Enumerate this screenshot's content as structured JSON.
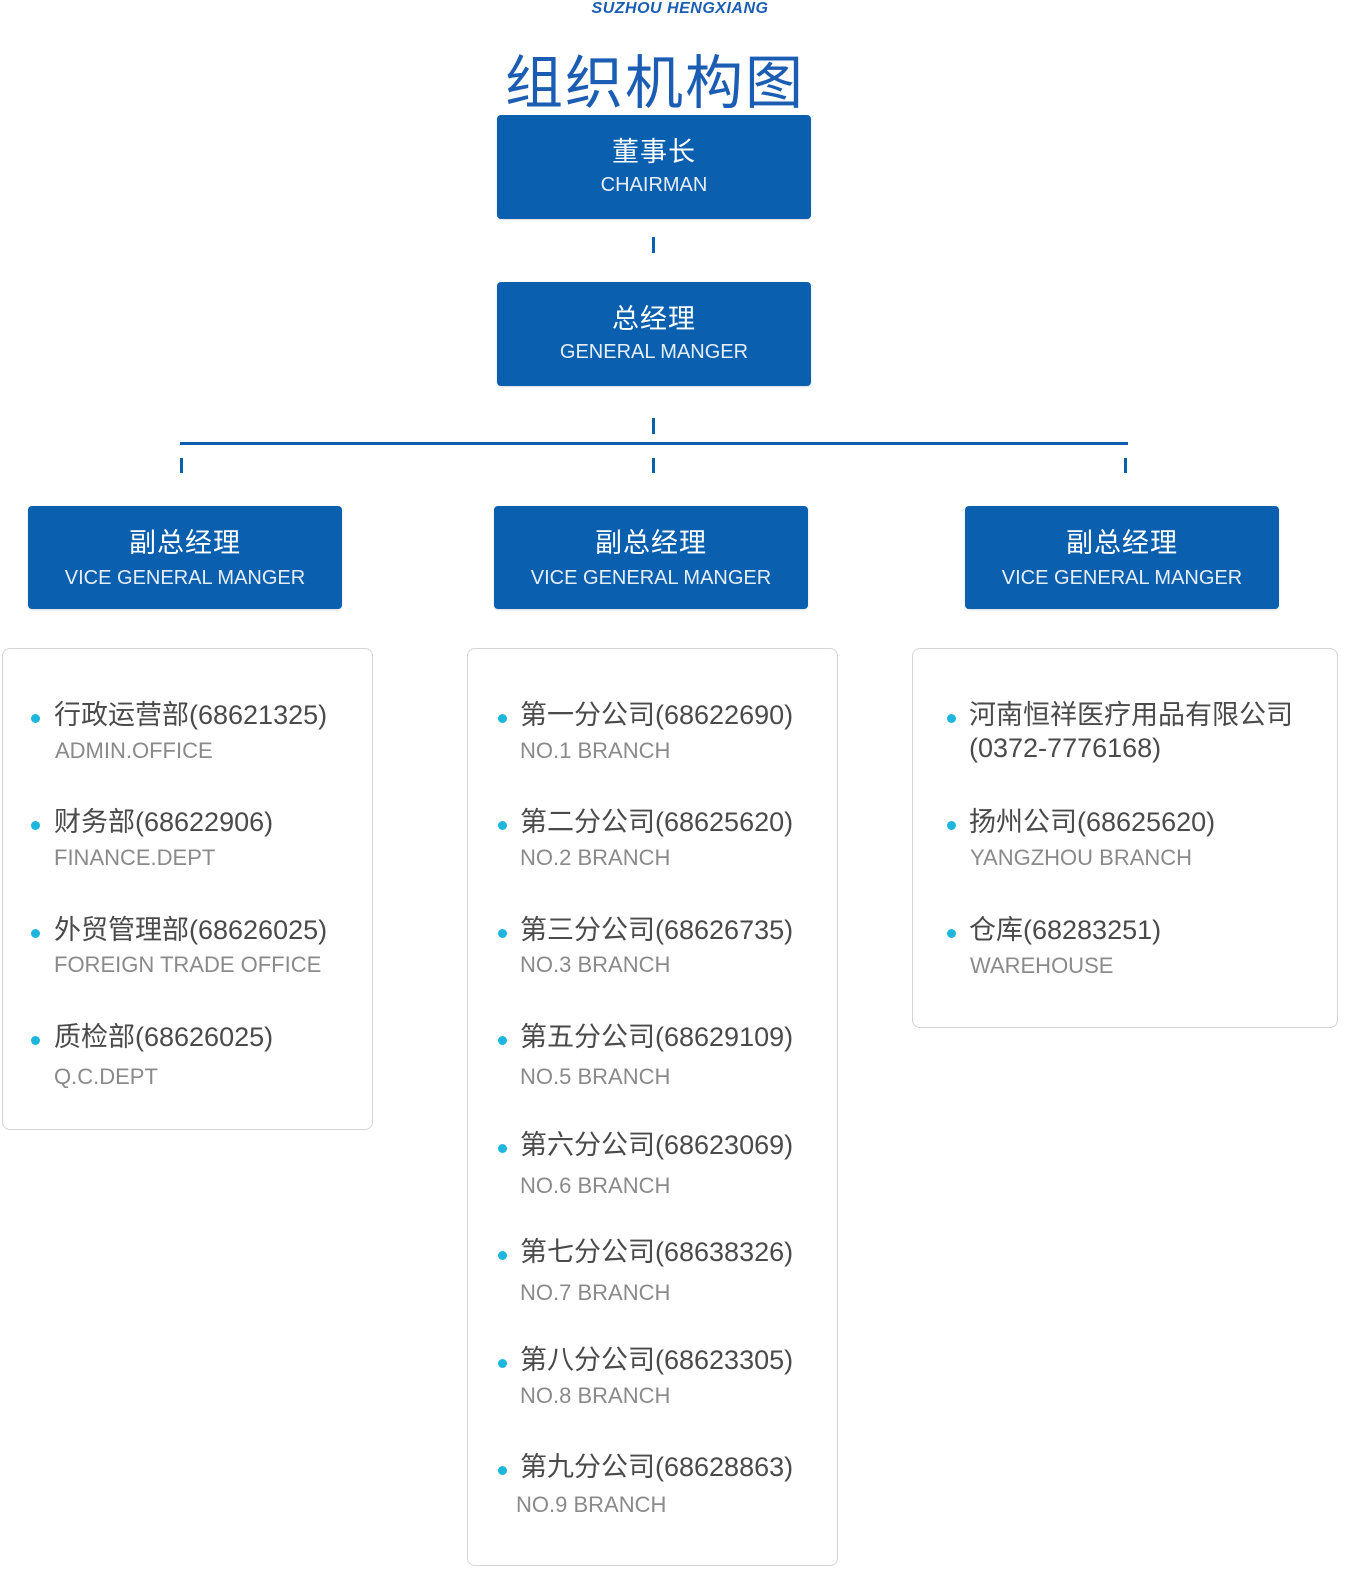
{
  "brand": "SUZHOU HENGXIANG",
  "title": "组织机构图",
  "colors": {
    "box_blue": "#0a5fae",
    "bullet_cyan": "#1fb6dd",
    "title_blue": "#1a5db3"
  },
  "chairman": {
    "cn": "董事长",
    "en": "CHAIRMAN"
  },
  "general_manager": {
    "cn": "总经理",
    "en": "GENERAL MANGER"
  },
  "vice_managers": [
    {
      "cn": "副总经理",
      "en": "VICE GENERAL MANGER"
    },
    {
      "cn": "副总经理",
      "en": "VICE GENERAL MANGER"
    },
    {
      "cn": "副总经理",
      "en": "VICE GENERAL MANGER"
    }
  ],
  "departments": [
    {
      "items": [
        {
          "cn": "行政运营部(68621325)",
          "en": "ADMIN.OFFICE"
        },
        {
          "cn": "财务部(68622906)",
          "en": "FINANCE.DEPT"
        },
        {
          "cn": "外贸管理部(68626025)",
          "en": "FOREIGN TRADE OFFICE"
        },
        {
          "cn": "质检部(68626025)",
          "en": "Q.C.DEPT"
        }
      ]
    },
    {
      "items": [
        {
          "cn": "第一分公司(68622690)",
          "en": "NO.1 BRANCH"
        },
        {
          "cn": "第二分公司(68625620)",
          "en": "NO.2 BRANCH"
        },
        {
          "cn": "第三分公司(68626735)",
          "en": "NO.3 BRANCH"
        },
        {
          "cn": "第五分公司(68629109)",
          "en": "NO.5 BRANCH"
        },
        {
          "cn": "第六分公司(68623069)",
          "en": "NO.6 BRANCH"
        },
        {
          "cn": "第七分公司(68638326)",
          "en": "NO.7 BRANCH"
        },
        {
          "cn": "第八分公司(68623305)",
          "en": "NO.8 BRANCH"
        },
        {
          "cn": "第九分公司(68628863)",
          "en": "NO.9 BRANCH"
        }
      ]
    },
    {
      "items": [
        {
          "cn": "河南恒祥医疗用品有限公司",
          "cn2": "(0372-7776168)"
        },
        {
          "cn": "扬州公司(68625620)",
          "en": "YANGZHOU BRANCH"
        },
        {
          "cn": "仓库(68283251)",
          "en": "WAREHOUSE"
        }
      ]
    }
  ]
}
